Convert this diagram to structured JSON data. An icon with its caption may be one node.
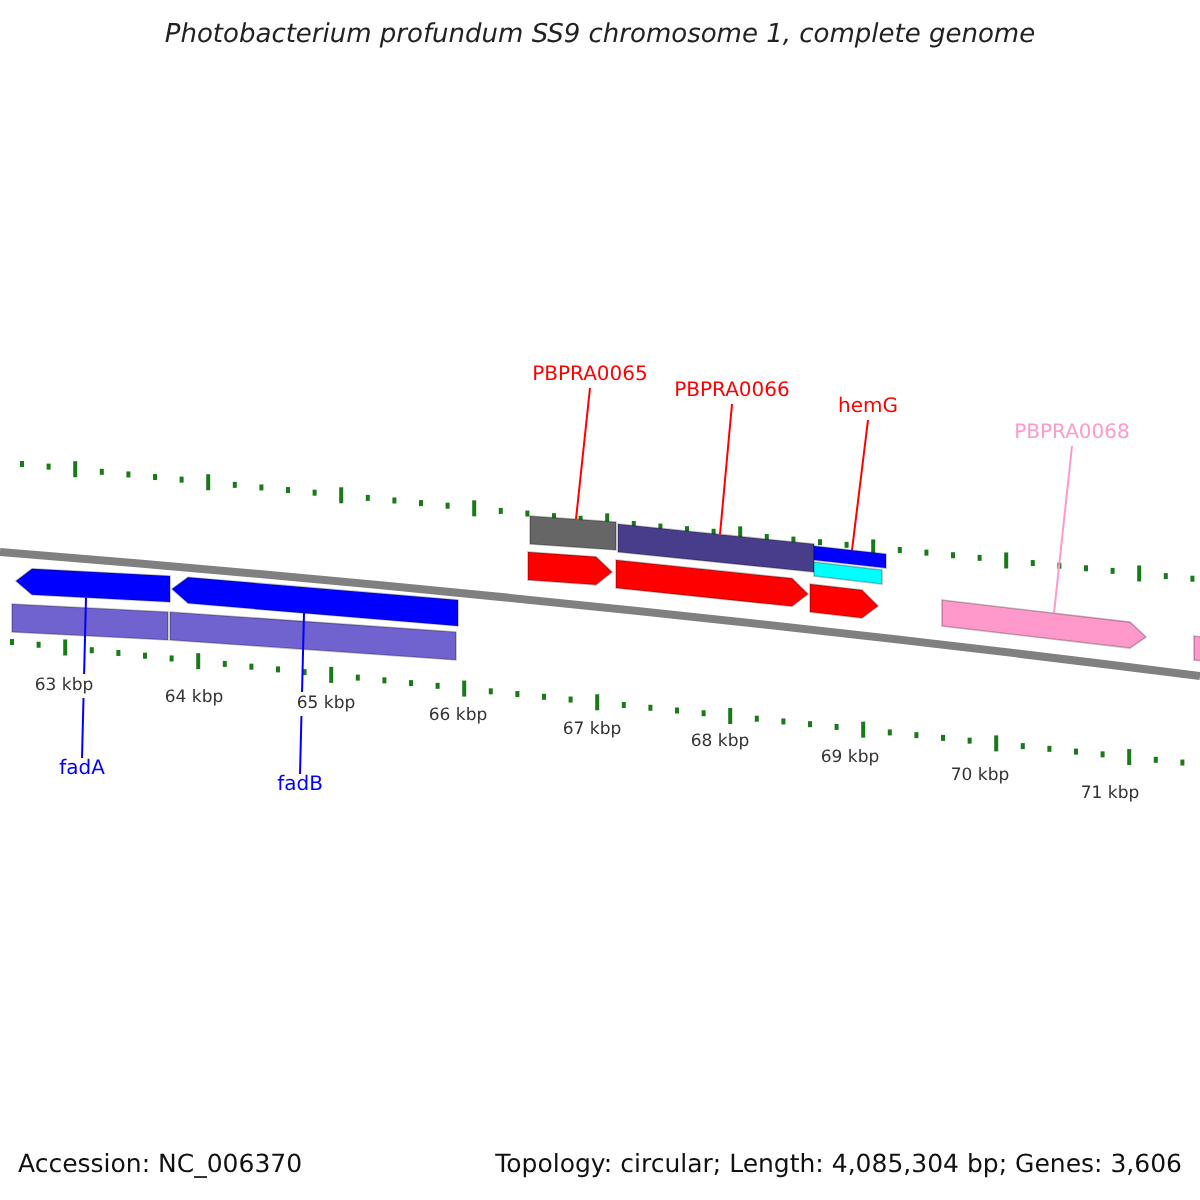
{
  "diagram": {
    "title": "Photobacterium profundum SS9 chromosome 1, complete genome",
    "nodes": [
      {
        "text": [
          "PBPRA0065"
        ]
      },
      {
        "text": [
          "PBPRA0066"
        ]
      },
      {
        "text": [
          "hemG"
        ]
      },
      {
        "text": [
          "PBPRA0068"
        ]
      },
      {
        "text": [],
        "shape": "arrow"
      },
      {
        "text": [],
        "shape": "arrow"
      },
      {
        "text": [],
        "shape": "bar"
      },
      {
        "text": [],
        "shape": "bar"
      },
      {
        "text": [],
        "shape": "bar"
      },
      {
        "text": [],
        "shape": "bar"
      },
      {
        "text": [],
        "shape": "bar"
      },
      {
        "text": [],
        "shape": "bar"
      },
      {
        "text": [],
        "shape": "arrow"
      },
      {
        "text": [],
        "shape": "arrow"
      },
      {
        "text": [],
        "shape": "arrow"
      },
      {
        "text": [],
        "shape": "arrow"
      },
      {
        "text": [],
        "shape": "arrow"
      },
      {
        "text": [
          "fadA"
        ]
      },
      {
        "text": [
          "fadB"
        ]
      }
    ],
    "edges": [
      {
        "from": 0,
        "to": 8,
        "arrow": "none"
      },
      {
        "from": 1,
        "to": 9,
        "arrow": "none"
      },
      {
        "from": 2,
        "to": 10,
        "arrow": "none"
      },
      {
        "from": 3,
        "to": 15,
        "arrow": "none",
        "color": "#ff99cc"
      },
      {
        "from": 17,
        "to": 4,
        "arrow": "none",
        "color": "#0000ff"
      },
      {
        "from": 18,
        "to": 5,
        "arrow": "none",
        "color": "#0000ff"
      }
    ],
    "labels": [
      "63 kbp",
      "64 kbp",
      "65 kbp",
      "66 kbp",
      "67 kbp",
      "68 kbp",
      "69 kbp",
      "70 kbp",
      "71 kbp",
      "Accession: NC_006370",
      "Topology: circular; Length: 4,085,304 bp; Genes: 3,606"
    ]
  }
}
